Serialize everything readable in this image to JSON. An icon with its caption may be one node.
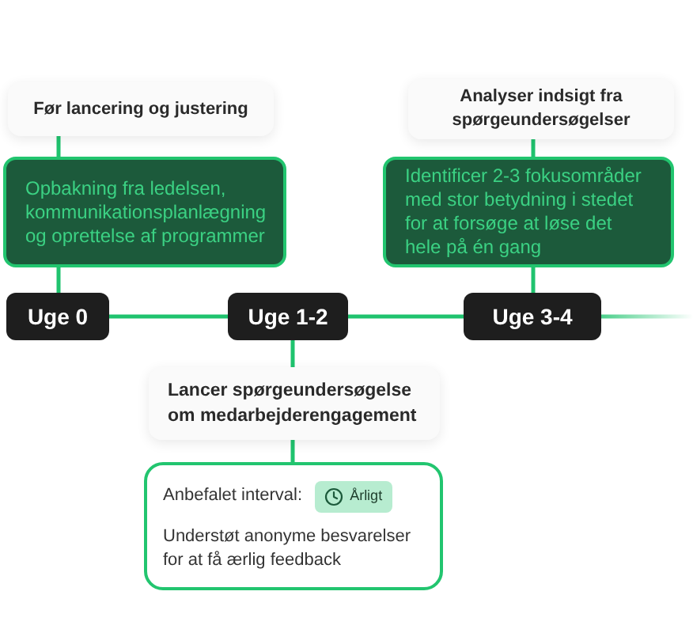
{
  "diagram": {
    "nodes": [
      {
        "text": [
          "Før lancering og justering"
        ]
      },
      {
        "text": [
          "Analyser indsigt fra spørgeundersøgelser"
        ]
      },
      {
        "text": [
          "Opbakning fra ledelsen, kommunikationsplanlægning og oprettelse af programmer"
        ]
      },
      {
        "text": [
          "Identificer 2-3 fokusområder med stor betydning i stedet for at forsøge at løse det hele på én gang"
        ]
      },
      {
        "text": [
          "Uge 0"
        ]
      },
      {
        "text": [
          "Uge 1-2"
        ]
      },
      {
        "text": [
          "Uge 3-4"
        ]
      },
      {
        "text": [
          "Lancer spørgeundersøgelse om medarbejderengagement"
        ]
      },
      {
        "text": [
          "Anbefalet interval:",
          "Understøt anonyme besvarelser for at få ærlig feedback"
        ]
      },
      {
        "text": [
          "Årligt"
        ],
        "in": 8
      }
    ],
    "edges": [
      {
        "from": 0,
        "to": 2,
        "arrow": "none"
      },
      {
        "from": 1,
        "to": 3,
        "arrow": "none"
      },
      {
        "from": 2,
        "to": 4,
        "arrow": "none"
      },
      {
        "from": 3,
        "to": 6,
        "arrow": "none"
      },
      {
        "from": 4,
        "to": 5,
        "arrow": "none"
      },
      {
        "from": 5,
        "to": 6,
        "arrow": "none"
      },
      {
        "from": 6,
        "to": null,
        "arrow": "none"
      },
      {
        "from": 5,
        "to": 7,
        "arrow": "none"
      },
      {
        "from": 7,
        "to": 8,
        "arrow": "none"
      }
    ]
  }
}
